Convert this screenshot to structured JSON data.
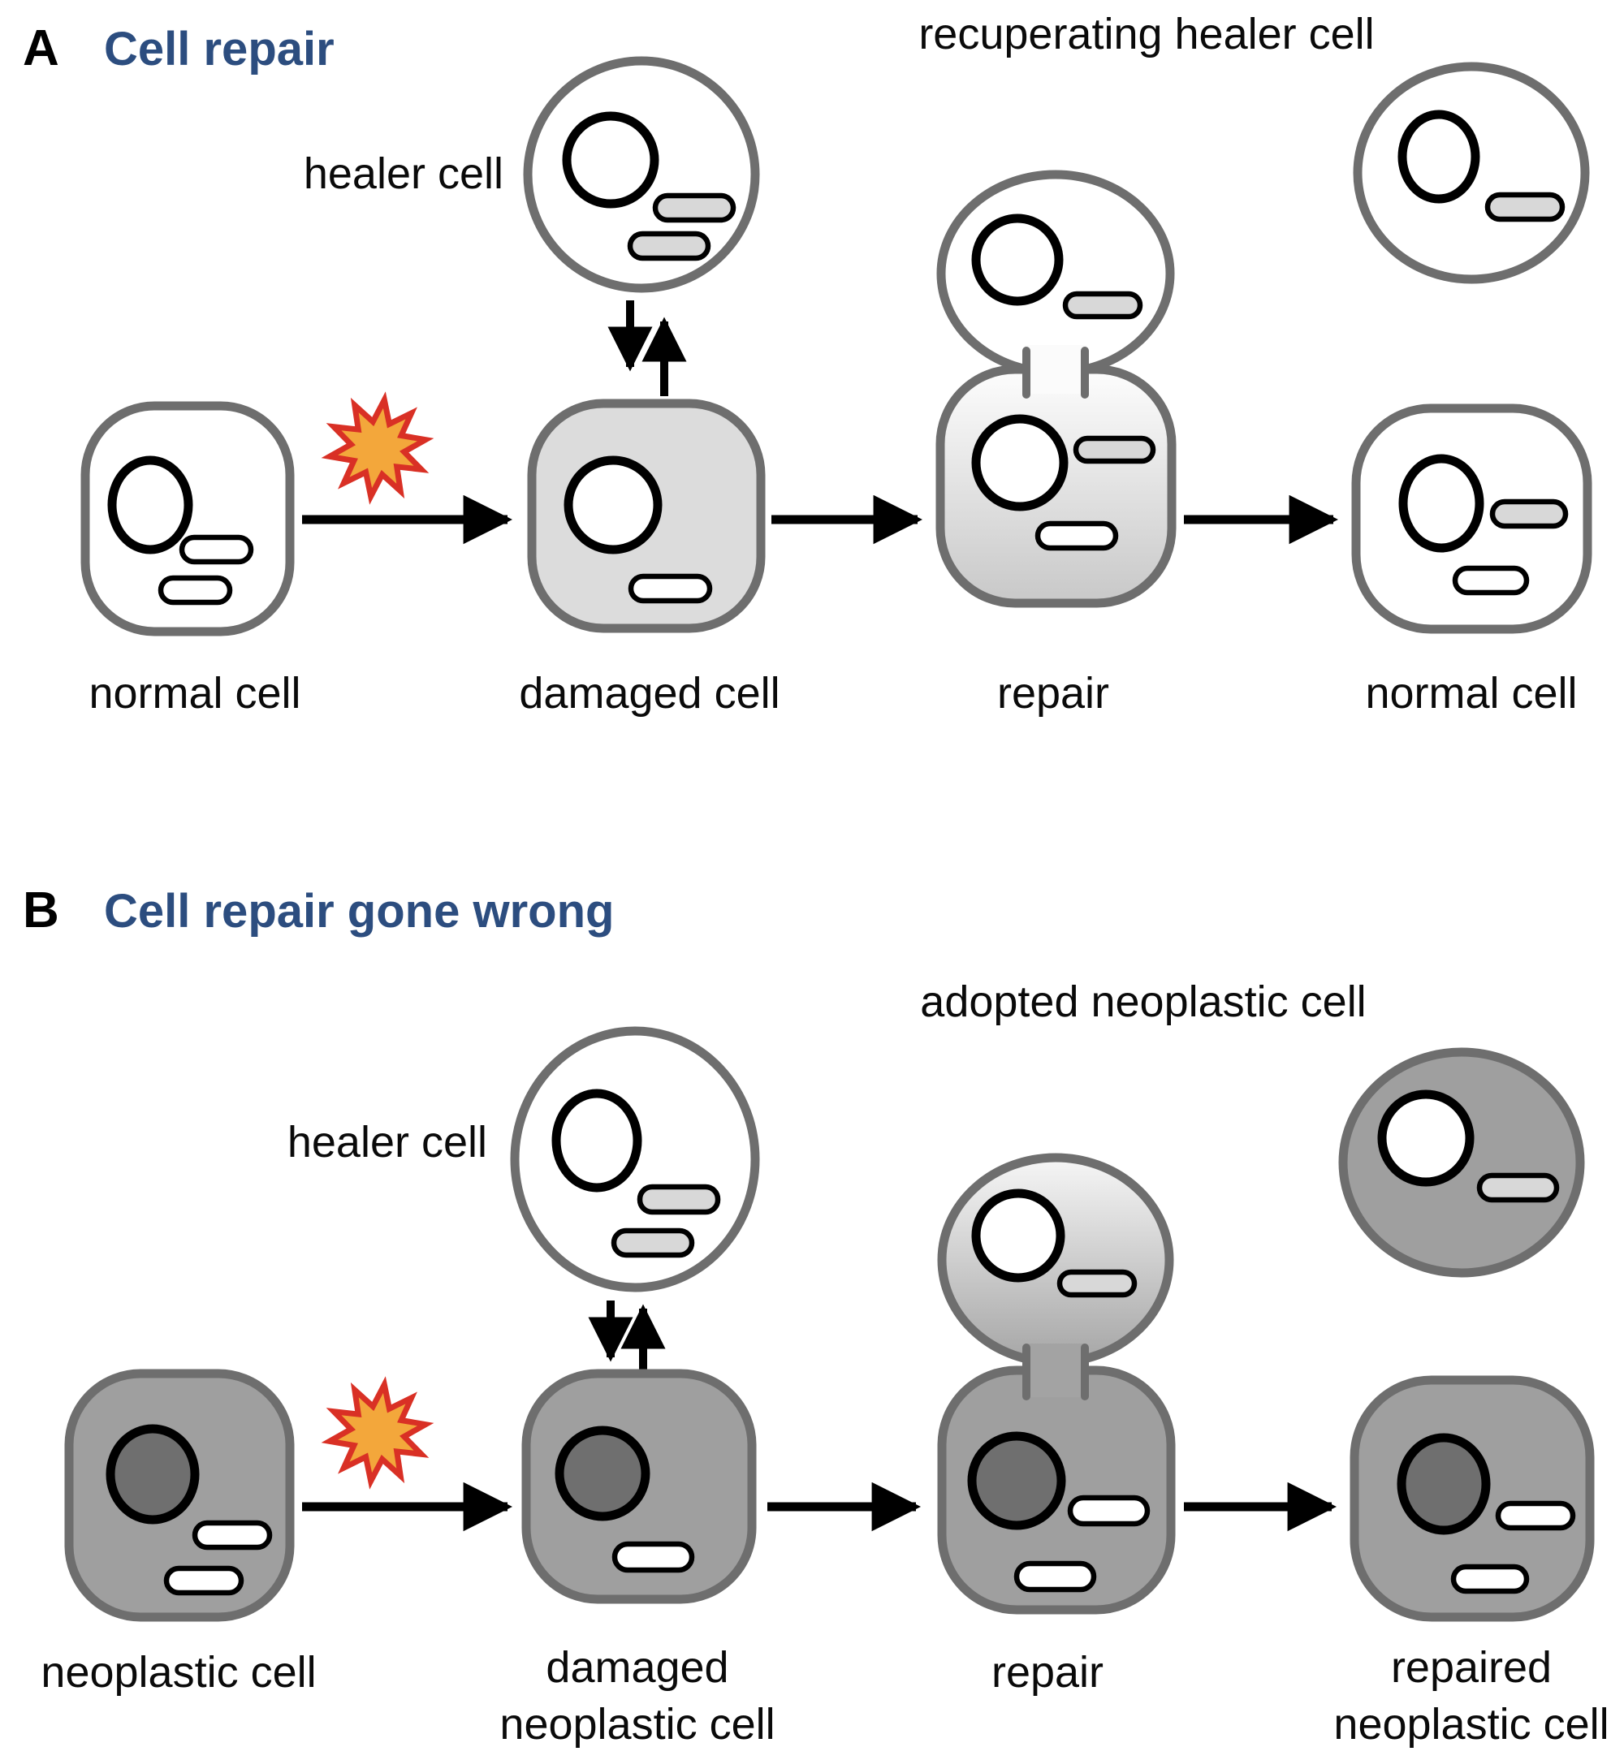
{
  "panel_a": {
    "letter": "A",
    "title": "Cell repair",
    "healer_label": "healer cell",
    "recuperating_label": "recuperating healer cell",
    "steps": [
      "normal cell",
      "damaged cell",
      "repair",
      "normal cell"
    ]
  },
  "panel_b": {
    "letter": "B",
    "title": "Cell repair gone wrong",
    "healer_label": "healer cell",
    "adopted_label": "adopted neoplastic cell",
    "steps": [
      [
        "neoplastic cell"
      ],
      [
        "damaged",
        "neoplastic cell"
      ],
      [
        "repair"
      ],
      [
        "repaired",
        "neoplastic cell"
      ]
    ]
  },
  "colors": {
    "title_blue": "#2c4d7f",
    "cell_membrane_gray": "#6e6e6e",
    "damaged_cytoplasm": "#dcdcdc",
    "neoplastic_cytoplasm": "#9f9f9f",
    "neoplastic_nucleus": "#6f6f6f",
    "healer_mitochondrion_gray": "#d8d8d8",
    "starburst_fill": "#f3a73b",
    "starburst_stroke": "#d93025",
    "arrow_black": "#000000"
  },
  "icons": {
    "starburst": "damage-starburst-icon",
    "flow_arrow": "flow-arrow-icon",
    "exchange_arrows": "exchange-arrows-icon"
  }
}
